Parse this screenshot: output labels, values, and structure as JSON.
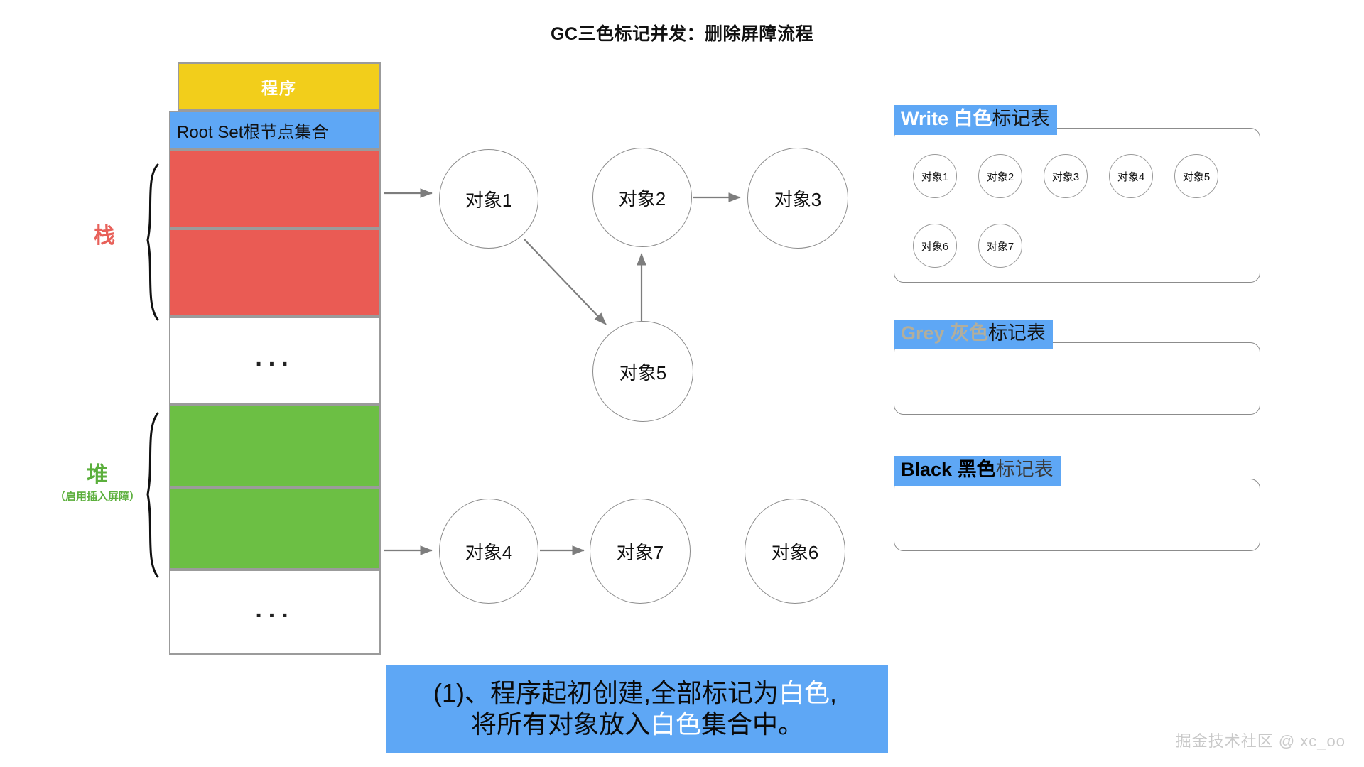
{
  "title": "GC三色标记并发：删除屏障流程",
  "memory": {
    "program_label": "程序",
    "root_set_label": "Root Set根节点集合",
    "ellipsis": "...",
    "stack": {
      "label": "栈",
      "sub": ""
    },
    "heap": {
      "label": "堆",
      "sub": "（启用插入屏障）"
    }
  },
  "graph": {
    "nodes": [
      {
        "id": "obj1",
        "label": "对象1"
      },
      {
        "id": "obj2",
        "label": "对象2"
      },
      {
        "id": "obj3",
        "label": "对象3"
      },
      {
        "id": "obj5",
        "label": "对象5"
      },
      {
        "id": "obj4",
        "label": "对象4"
      },
      {
        "id": "obj7",
        "label": "对象7"
      },
      {
        "id": "obj6",
        "label": "对象6"
      }
    ],
    "edges": [
      {
        "from": "root-stack",
        "to": "obj1"
      },
      {
        "from": "obj1",
        "to": "obj5"
      },
      {
        "from": "obj5",
        "to": "obj2"
      },
      {
        "from": "obj2",
        "to": "obj3"
      },
      {
        "from": "root-heap",
        "to": "obj4"
      },
      {
        "from": "obj4",
        "to": "obj7"
      }
    ]
  },
  "tables": {
    "white": {
      "prefix": "Write",
      "color_word": "白色",
      "suffix": "标记表",
      "items": [
        "对象1",
        "对象2",
        "对象3",
        "对象4",
        "对象5",
        "对象6",
        "对象7"
      ]
    },
    "grey": {
      "prefix": "Grey",
      "color_word": "灰色",
      "suffix": "标记表",
      "items": []
    },
    "black": {
      "prefix": "Black",
      "color_word": "黑色",
      "suffix": "标记表",
      "items": []
    }
  },
  "caption": {
    "line1_a": "(1)、程序起初创建,全部标记为",
    "line1_hl": "白色",
    "line1_b": ",",
    "line2_a": "将所有对象放入",
    "line2_hl": "白色",
    "line2_b": "集合中。"
  },
  "watermark": "掘金技术社区 @ xc_oo",
  "colors": {
    "accent_blue": "#5EA7F5",
    "program_yellow": "#F2CE1B",
    "stack_red": "#EA5B54",
    "heap_green": "#6CBF44",
    "grey_word": "#B3AE9B",
    "border_grey": "#9b9b9b"
  }
}
